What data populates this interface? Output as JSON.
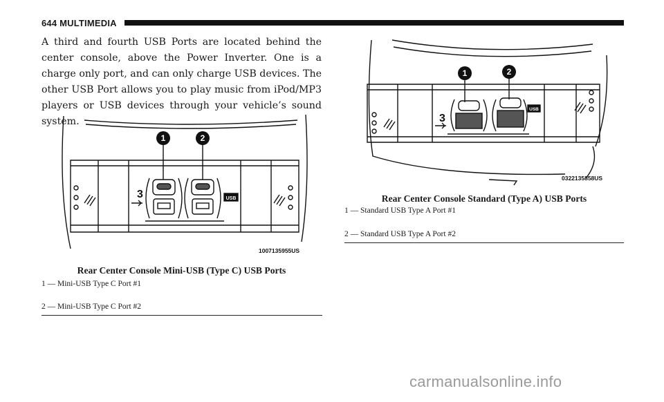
{
  "header": {
    "page_label": "644  MULTIMEDIA"
  },
  "body_text": "A third and fourth USB Ports are located behind the center console, above the Power Inverter. One is a charge only port, and can only charge USB devices. The other USB Port allows you to play music from iPod/MP3 players or USB devices through your vehicle’s sound system.",
  "figure_left": {
    "code": "1007135955US",
    "callout_1": "1",
    "callout_2": "2",
    "port_number": "3",
    "usb_badge": "USB",
    "caption": "Rear Center Console Mini-USB (Type C) USB Ports",
    "legend": [
      "1 — Mini-USB Type C Port #1",
      "2 — Mini-USB Type C Port #2"
    ]
  },
  "figure_right": {
    "code": "0322135858US",
    "callout_1": "1",
    "callout_2": "2",
    "port_number": "3",
    "usb_badge": "USB",
    "caption": "Rear Center Console Standard (Type A) USB Ports",
    "legend": [
      "1 — Standard USB Type A Port #1",
      "2 — Standard USB Type A Port #2"
    ]
  },
  "footer": {
    "watermark": "carmanualsonline.info"
  }
}
